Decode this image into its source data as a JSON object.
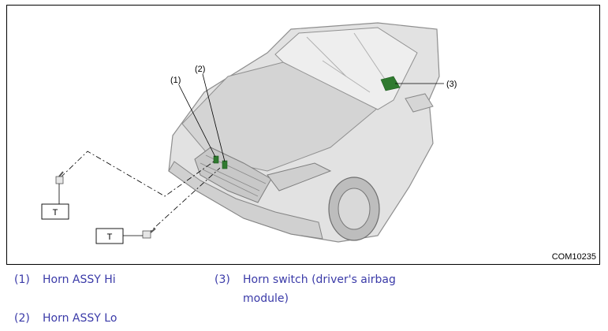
{
  "figure": {
    "code": "COM10235",
    "callouts": [
      "(1)",
      "(2)",
      "(3)"
    ],
    "tool_labels": [
      "T",
      "T"
    ]
  },
  "legend": [
    {
      "number": "(1)",
      "text": "Horn ASSY Hi"
    },
    {
      "number": "(2)",
      "text": "Horn ASSY Lo"
    },
    {
      "number": "(3)",
      "text_line1": "Horn switch (driver's airbag",
      "text_line2": "module)"
    }
  ],
  "colors": {
    "legend_text": "#3a3aa8",
    "component_highlight": "#2f7a2f",
    "car_fill": "#dcdcdc",
    "car_line": "#9a9a9a"
  }
}
